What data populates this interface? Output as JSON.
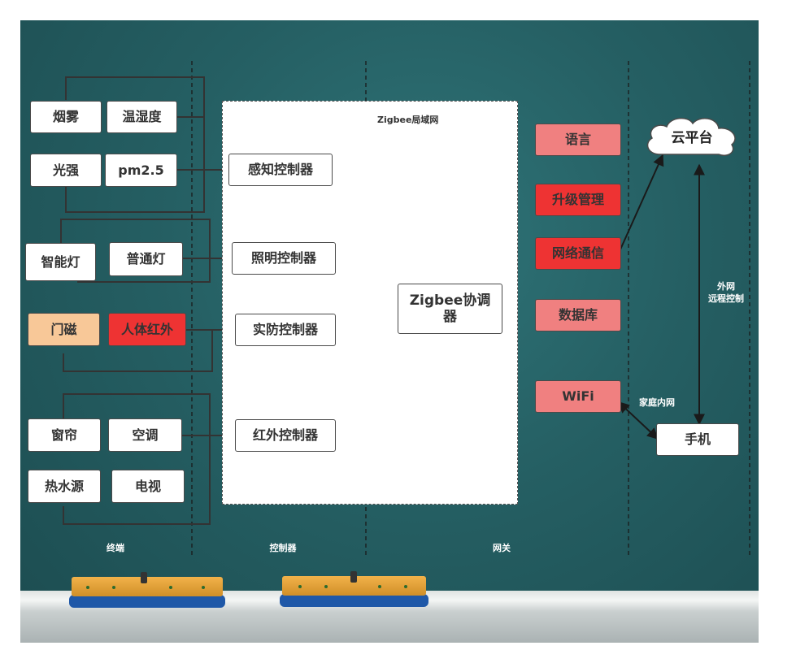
{
  "zone_label": "Zigbee局域网",
  "terminals": {
    "smoke": "烟雾",
    "temp_humidity": "温湿度",
    "light_intensity": "光强",
    "pm25": "pm2.5",
    "smart_light": "智能灯",
    "normal_light": "普通灯",
    "door_magnet": "门磁",
    "human_infrared": "人体红外",
    "curtain": "窗帘",
    "air_conditioner": "空调",
    "water_heater": "热水源",
    "tv": "电视"
  },
  "controllers": {
    "sensing": "感知控制器",
    "lighting": "照明控制器",
    "security": "实防控制器",
    "infrared": "红外控制器"
  },
  "coordinator": "Zigbee协调器",
  "gateway": {
    "voice": "语言",
    "upgrade": "升级管理",
    "network": "网络通信",
    "database": "数据库",
    "wifi": "WiFi"
  },
  "cloud": "云平台",
  "phone": "手机",
  "remote_label": "外网\n远程控制",
  "home_network_label": "家庭内网",
  "sections": {
    "terminal": "终端",
    "controller": "控制器",
    "gateway": "网关"
  },
  "colors": {
    "board": "#255f63",
    "white_box": "#ffffff",
    "pink_box": "#f08080",
    "red_box": "#ee3333",
    "peach_box": "#f8c898"
  }
}
